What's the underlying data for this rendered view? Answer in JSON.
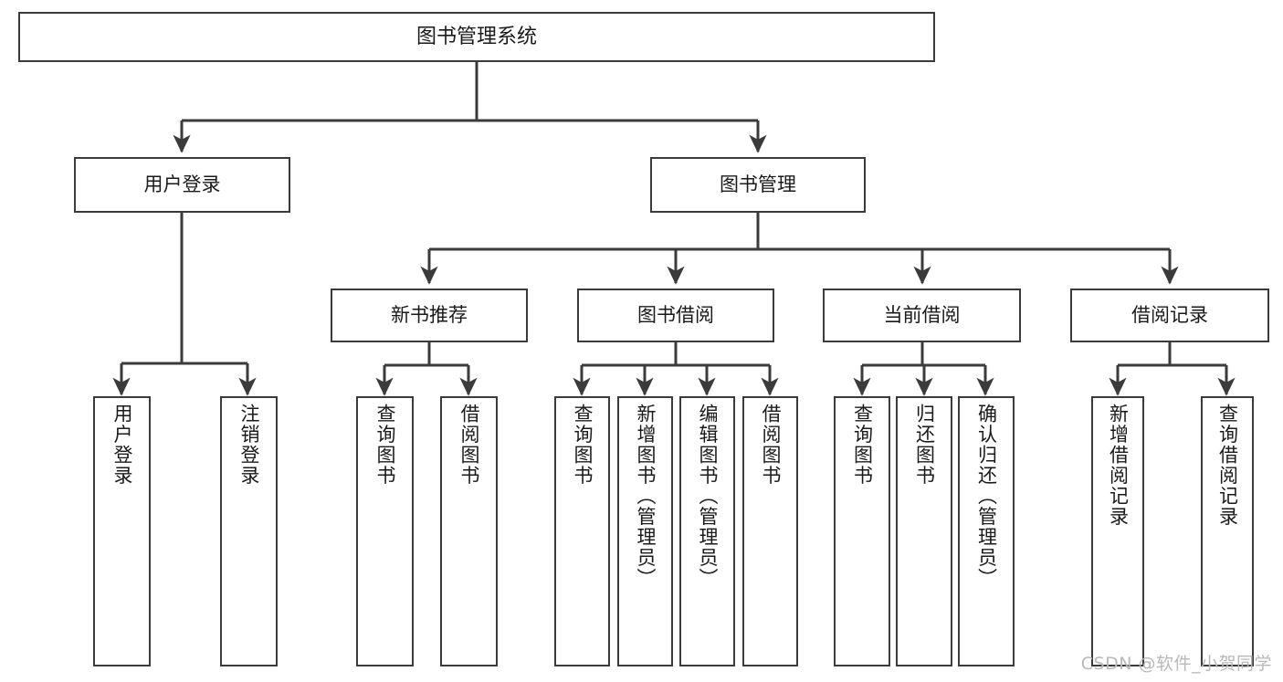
{
  "diagram": {
    "title": "图书管理系统",
    "watermark": "CSDN @软件_小贺同学",
    "line_color": "#3b3b3b",
    "box_fill": "#ffffff",
    "text_color": "#1a1a1a",
    "nodes": {
      "root": {
        "label": "图书管理系统"
      },
      "level2": [
        {
          "label": "用户登录"
        },
        {
          "label": "图书管理"
        }
      ],
      "level3": [
        {
          "label": "新书推荐"
        },
        {
          "label": "图书借阅"
        },
        {
          "label": "当前借阅"
        },
        {
          "label": "借阅记录"
        }
      ],
      "leaves": {
        "user_login": [
          {
            "label": "用户登录"
          },
          {
            "label": "注销登录"
          }
        ],
        "new_book_recommend": [
          {
            "label": "查询图书"
          },
          {
            "label": "借阅图书"
          }
        ],
        "book_borrow": [
          {
            "label": "查询图书"
          },
          {
            "label": "新增图书（管理员）"
          },
          {
            "label": "编辑图书（管理员）"
          },
          {
            "label": "借阅图书"
          }
        ],
        "current_borrow": [
          {
            "label": "查询图书"
          },
          {
            "label": "归还图书"
          },
          {
            "label": "确认归还（管理员）"
          }
        ],
        "borrow_record": [
          {
            "label": "新增借阅记录"
          },
          {
            "label": "查询借阅记录"
          }
        ]
      }
    }
  }
}
